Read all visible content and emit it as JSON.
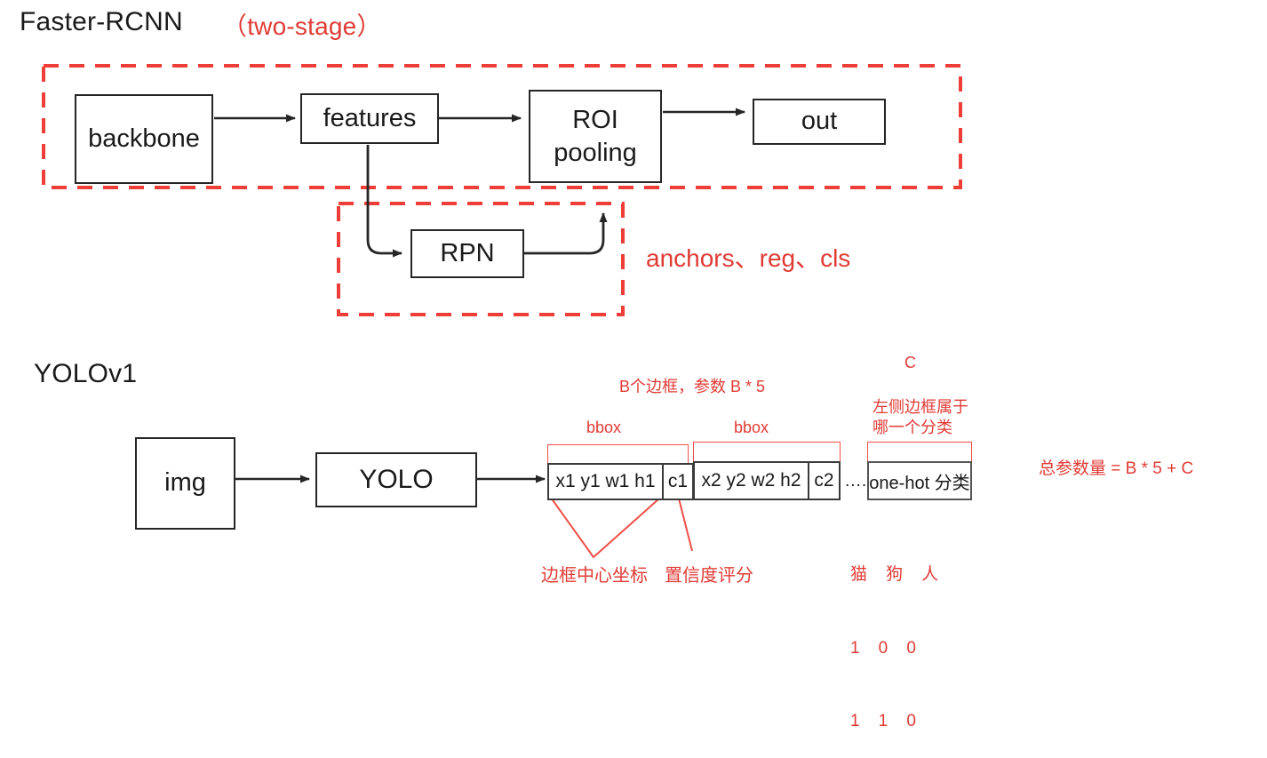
{
  "section1": {
    "title": "Faster-RCNN",
    "subtitle": "（two-stage）",
    "nodes": {
      "backbone": "backbone",
      "features": "features",
      "roi_pooling": "ROI\npooling",
      "out": "out",
      "rpn": "RPN"
    },
    "annotation": "anchors、reg、cls"
  },
  "section2": {
    "title": "YOLOv1",
    "nodes": {
      "img": "img",
      "yolo": "YOLO"
    },
    "vector": {
      "bbox_label_1": "bbox",
      "bbox_label_2": "bbox",
      "cells": [
        "x1 y1 w1 h1",
        "c1",
        "x2 y2 w2 h2",
        "c2"
      ],
      "ellipsis": "....",
      "onehot_cell": "one-hot 分类"
    },
    "annotations": {
      "b_boxes": "B个边框，参数 B * 5",
      "c_label": "C",
      "class_note_line1": "左侧边框属于",
      "class_note_line2": "哪一个分类",
      "center_coords": "边框中心坐标",
      "confidence": "置信度评分",
      "total_formula": "总参数量 = B * 5 + C"
    },
    "onehot_table": {
      "headers": [
        "猫",
        "狗",
        "人"
      ],
      "rows": [
        [
          "1",
          "0",
          "0"
        ],
        [
          "1",
          "1",
          "0"
        ]
      ]
    }
  },
  "colors": {
    "red": "#e03b35",
    "red_box": "#f0504a",
    "black": "#262626"
  }
}
